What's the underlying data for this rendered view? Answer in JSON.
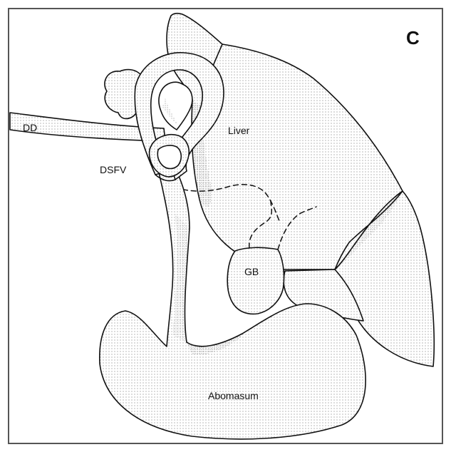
{
  "figure": {
    "panel_label": "C",
    "labels": {
      "dd": "DD",
      "liver": "Liver",
      "dsfv": "DSFV",
      "gb": "GB",
      "abomasum": "Abomasum"
    }
  }
}
